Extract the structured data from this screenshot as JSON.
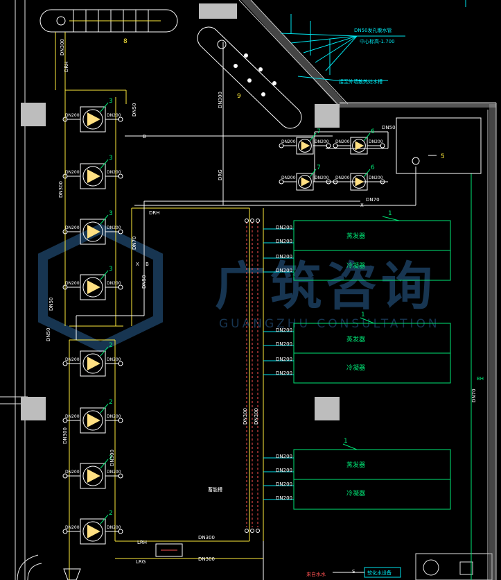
{
  "watermark": {
    "title": "广筑咨询",
    "subtitle": "GUANGZHU CONSULTATION"
  },
  "pipes": {
    "dn": "DN",
    "dn50": "DN50",
    "dn70": "DN70",
    "dn200": "DN200",
    "dn300": "DN300",
    "drh": "DRH",
    "drg": "DRG",
    "lrh": "LRH",
    "lrg": "LRG",
    "b": "B",
    "x": "X",
    "s": "S",
    "bh": "BH"
  },
  "annotations": {
    "dn50_pipe": "DN50发孔散水管",
    "center_elev": "中心标高-1.700",
    "leak_note": "接至外墙散热处水槽"
  },
  "equipment": {
    "evaporator": "蒸发器",
    "condenser": "冷凝器",
    "tank_label": "蓄能槽",
    "makeup_water": "来自水水",
    "softener": "软化水设备"
  },
  "tags": {
    "t1": "1",
    "t2": "2",
    "t3": "3",
    "t5": "5",
    "t6": "6",
    "t7": "7",
    "t8": "8",
    "t9": "9"
  }
}
